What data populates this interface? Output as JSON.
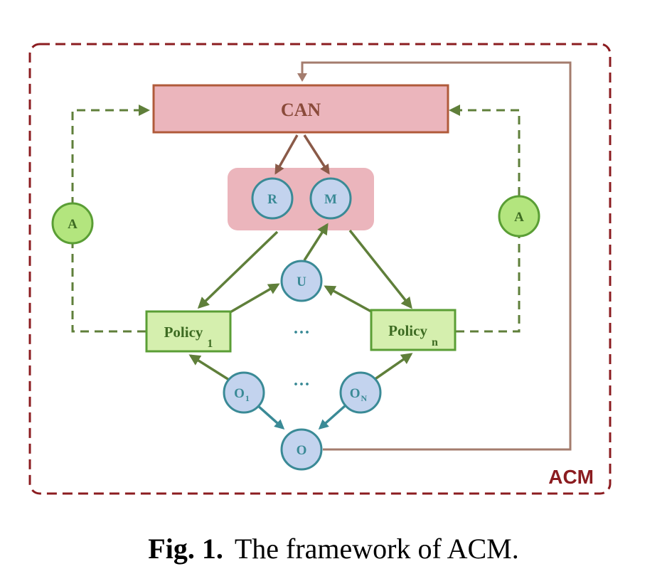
{
  "frame": {
    "label": "ACM",
    "color": "#8b1c20"
  },
  "can": {
    "label": "CAN",
    "fill": "#ebb5bc",
    "stroke": "#b05a3a"
  },
  "rm_group": {
    "fill": "#ebb5bc"
  },
  "nodes": {
    "r": "R",
    "m": "M",
    "u": "U",
    "o": "O",
    "o1": {
      "base": "O",
      "sub": "1"
    },
    "oN": {
      "base": "O",
      "sub": "N"
    },
    "a_left": "A",
    "a_right": "A"
  },
  "policies": [
    {
      "base": "Policy",
      "sub": "1"
    },
    {
      "base": "Policy",
      "sub": "n"
    }
  ],
  "ellipsis_top": "···",
  "ellipsis_bottom": "···",
  "colors": {
    "circle_fill": "#c3d3ee",
    "circle_stroke": "#3a8a96",
    "circle_text": "#3a8a96",
    "policy_fill": "#d5efae",
    "policy_stroke": "#5a9e35",
    "policy_text": "#3d6b22",
    "a_fill": "#b3e57e",
    "a_stroke": "#5a9e35",
    "green_arrow": "#5f7f3a",
    "brown_arrow": "#8a5a48",
    "teal_arrow": "#3a8a96",
    "feedback_line": "#a47c6e",
    "dashed_green": "#5f7f3a"
  },
  "caption": {
    "label": "Fig. 1.",
    "text": "The framework of ACM."
  }
}
